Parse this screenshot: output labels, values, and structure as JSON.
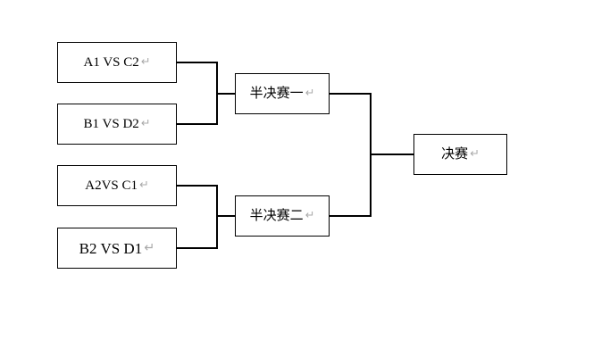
{
  "colors": {
    "background": "#ffffff",
    "line": "#000000",
    "text": "#000000",
    "return_mark": "#a9a9a9"
  },
  "return_mark": "↵",
  "bracket": {
    "round1": [
      {
        "label": "A1 VS C2"
      },
      {
        "label": "B1 VS D2"
      },
      {
        "label": "A2VS C1"
      },
      {
        "label": "B2 VS D1"
      }
    ],
    "semifinals": [
      {
        "label": "半决赛一"
      },
      {
        "label": "半决赛二"
      }
    ],
    "final": {
      "label": "决赛"
    }
  }
}
